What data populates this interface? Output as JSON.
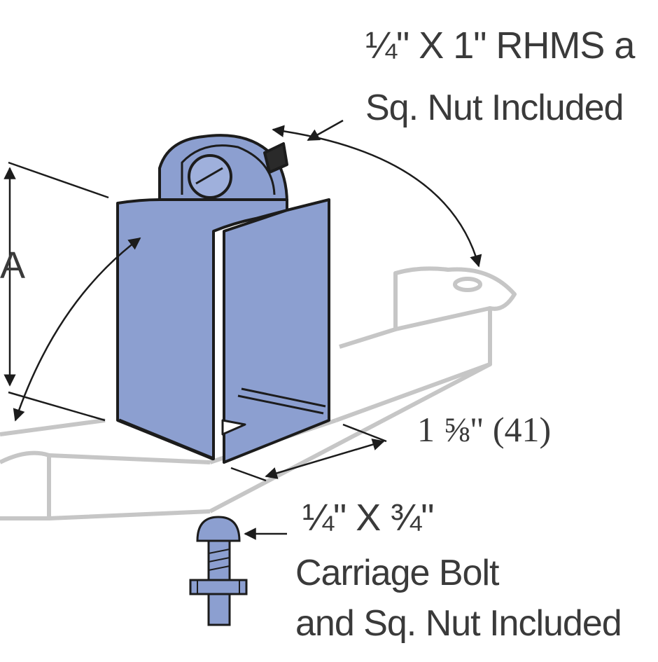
{
  "diagram": {
    "labels": {
      "top_hardware_line1": "¼\" X 1\" RHMS a",
      "top_hardware_line2": "Sq. Nut Included",
      "dimension_a": "A",
      "width_dimension": "1 ⅝\" (41)",
      "bottom_hardware_line1": "¼\" X ¾\"",
      "bottom_hardware_line2": "Carriage Bolt",
      "bottom_hardware_line3": "and Sq. Nut Included"
    },
    "colors": {
      "bracket_fill": "#8c9fd0",
      "outline": "#1c1c1c",
      "ghost_line": "#c9c9c9",
      "text": "#3a3a3a"
    }
  }
}
